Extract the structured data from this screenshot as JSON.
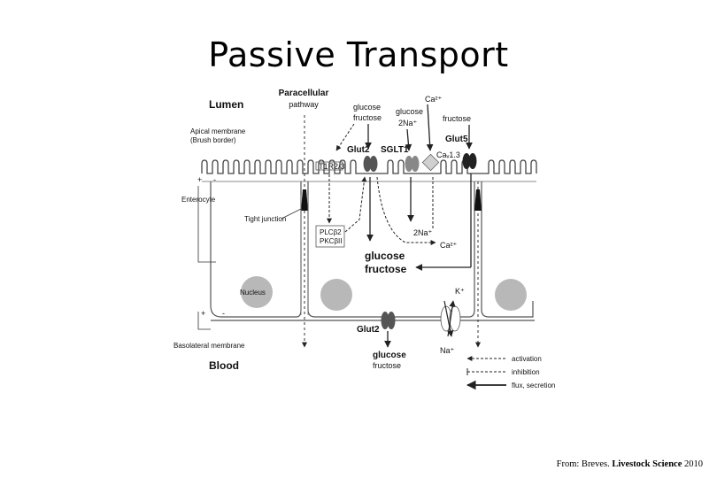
{
  "slide": {
    "title": "Passive Transport",
    "source": {
      "prefix": "From: Breves.",
      "journal": "Livestock Science",
      "year": "2010"
    }
  },
  "diagram": {
    "lumen_label": "Lumen",
    "blood_label": "Blood",
    "paracellular_label": [
      "Paracellular",
      "pathway"
    ],
    "apical_membrane_label": [
      "Apical membrane",
      "(Brush border)"
    ],
    "enterocyte_label": "Enterocyte",
    "tight_junction_label": "Tight junction",
    "nucleus_label": "Nucleus",
    "basolateral_membrane_label": "Basolateral membrane",
    "polarity": {
      "plus": "+",
      "minus": "-"
    },
    "apical_sugars_1": [
      "glucose",
      "fructose"
    ],
    "apical_sugars_2": [
      "glucose",
      "2Na⁺"
    ],
    "apical_fructose": "fructose",
    "ca_top": "Ca²⁺",
    "transporters": {
      "glut2_apical": "Glut2",
      "sglt1": "SGLT1",
      "glut5": "Glut5",
      "cav": "Caᵥ1.3",
      "glut2_basolateral": "Glut2"
    },
    "t1r_label": "T1R2/3",
    "plc_box": [
      "PLCβ2",
      "PKCβII"
    ],
    "intracellular_na": "2Na⁺",
    "intracellular_ca": "Ca²⁺",
    "cytosol_sugars": [
      "glucose",
      "fructose"
    ],
    "blood_sugars": [
      "glucose",
      "fructose"
    ],
    "k_label": "K⁺",
    "na_label": "Na⁺",
    "legend": [
      {
        "label": "activation",
        "style": "dashed"
      },
      {
        "label": "inhibition",
        "style": "dash-bar"
      },
      {
        "label": "flux, secretion",
        "style": "solid"
      }
    ],
    "colors": {
      "membrane": "#444444",
      "nucleus": "#b8b8b8",
      "transporter": "#555555",
      "junction": "#111111"
    }
  }
}
